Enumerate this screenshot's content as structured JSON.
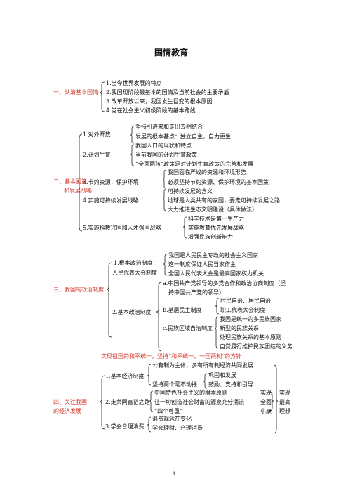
{
  "title": "国情教育",
  "page_number": "1",
  "s1": {
    "heading": "一、认清基本国情",
    "items": [
      "1.当今世界发展的特点",
      "2.我国现阶段最基本的国情及当前社会的主要矛盾",
      "3.改革开放以来，我国发生巨变的根本原因",
      "4.党在社会主义初级阶段的基本路线"
    ]
  },
  "s2": {
    "heading_line1": "二、基本国策",
    "heading_line2": "和发展战略",
    "p1": {
      "label": "1.对外开放",
      "subs": [
        "坚持引进来和走出去相结合",
        "发展的根本基点：独立自主，自力更生"
      ]
    },
    "p2": {
      "label": "2.计划生育",
      "subs": [
        "我国人口的现状和特点",
        "当前我国的计划生育政策",
        "“全面两孩”政策是对计划生育政策的完善和发展"
      ]
    },
    "p3": {
      "label": "3.节约资源，保护环境",
      "subs": [
        "我国面临严峻的资源和环境形势",
        "必须坚持节约资源、保护环境的基本国策"
      ]
    },
    "p4": {
      "label": "4.实施可持续发展战略",
      "subs": [
        "可持续发展的含义",
        "地球是人类共有的家园，要走可持续发展之路",
        "大力推进生态文明建设（具体做法）"
      ]
    },
    "p5": {
      "label": "5.实施科教兴国和人才强国战略",
      "subs": [
        "科学技术是第一生产力",
        "实施教育优先发展战略",
        "增强民族创新能力"
      ]
    }
  },
  "s3": {
    "heading": "三、我国的政治制度",
    "p1": {
      "label_line1": "1.根本政治制度：",
      "label_line2": "人民代表大会制度",
      "subs": [
        "我国是人民民主专政的社会主义国家",
        "这一制度保证人民当家作主",
        "全国人民代表大会是最高国家权力机关"
      ]
    },
    "p2": {
      "label": "2.基本政治制度",
      "a_line1": "a.中国共产党领导的多党合作和政治协商制度（坚",
      "a_line2": "持中国共产党的领导）",
      "b_label": "b.基层民主制度",
      "b_subs": [
        "村民自治、居民自治",
        "职工代表大会制度"
      ],
      "c_label": "c.民族区域自治制度",
      "c_subs": [
        "我国是统一的多民族国家",
        "新型的民族关系",
        "处理民族关系的基本原则",
        "自觉履行维护民族团结的义务"
      ]
    }
  },
  "s3_footer": "实现祖国的和平统一，坚持“和平统一、一国两制”的方针",
  "s4": {
    "heading_line1": "四、关注我国",
    "heading_line2": "的经济发展",
    "p1": {
      "label": "1.基本经济制度",
      "subs": [
        "公有制为主体，多有所有制经济共同发展",
        "巩固和发展",
        "鼓励、支持和引导"
      ],
      "sub3_label": "坚持两个毫不动摇"
    },
    "p2": {
      "label": "2.走共同富裕之路",
      "subs": [
        "中国特色社会主义的根本原则",
        "让一切创造社会财富的源泉充分涌流",
        "“四个尊重”"
      ]
    },
    "p3": {
      "label": "3.学会合理消费",
      "subs": [
        "消费观念在变化",
        "学会理财、合理消费"
      ]
    },
    "mid_right": [
      "实现",
      "全面",
      "小康"
    ],
    "far_right": [
      "实现",
      "最高",
      "理想"
    ]
  }
}
